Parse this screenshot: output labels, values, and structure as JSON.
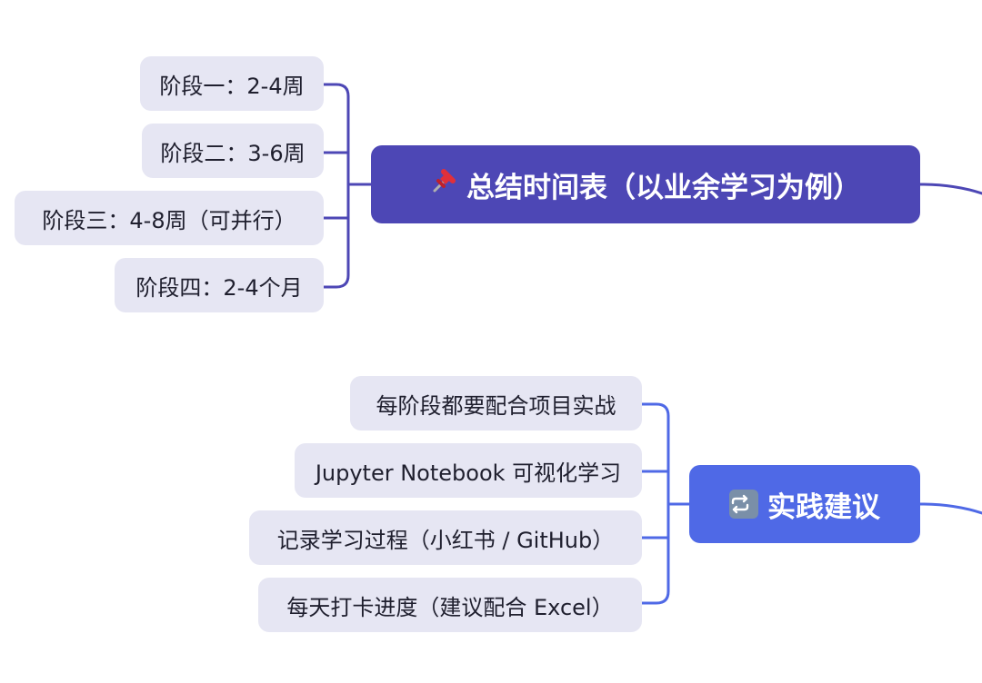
{
  "timeline": {
    "title": "总结时间表（以业余学习为例）",
    "icon": "pushpin-icon",
    "color": "#4d47b5",
    "items": [
      "阶段一：2-4周",
      "阶段二：3-6周",
      "阶段三：4-8周（可并行）",
      "阶段四：2-4个月"
    ]
  },
  "practice": {
    "title": "实践建议",
    "icon": "repeat-icon",
    "color": "#4f69e6",
    "items": [
      "每阶段都要配合项目实战",
      "Jupyter Notebook 可视化学习",
      "记录学习过程（小红书 / GitHub）",
      "每天打卡进度（建议配合 Excel）"
    ]
  }
}
